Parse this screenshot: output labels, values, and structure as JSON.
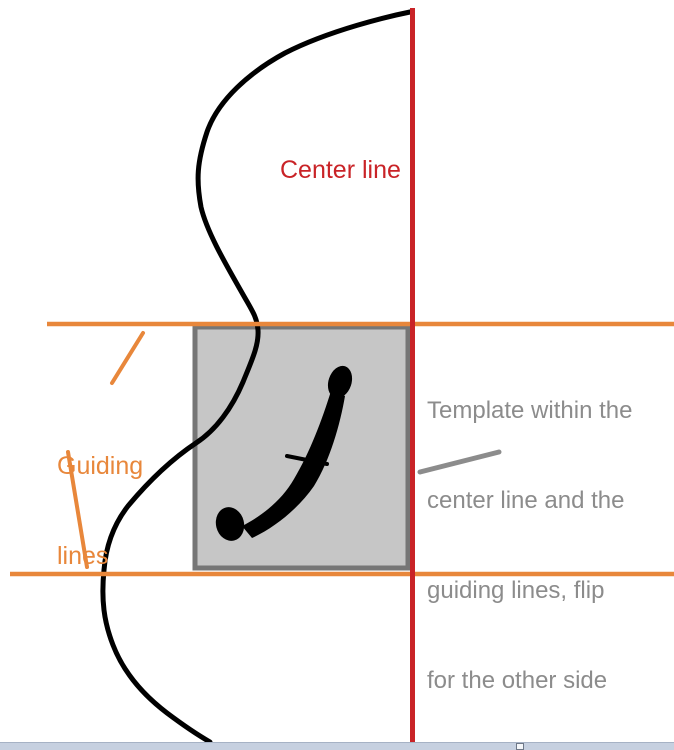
{
  "drawing": {
    "labels": {
      "center_line": "Center line",
      "guiding_lines": [
        "Guiding",
        "lines"
      ],
      "template_note": [
        "Template within the",
        "center line and the",
        "guiding lines, flip",
        "for the other side"
      ]
    },
    "colors": {
      "center_line_red": "#c92327",
      "guiding_line_orange": "#e8873b",
      "note_gray": "#8c8c8c",
      "outline_black": "#000000",
      "template_fill": "#c6c6c6",
      "template_border": "#767676",
      "scrollbar_track": "#c6d0e0"
    },
    "shapes": {
      "outline": "half-violin-body-outline",
      "template": "f-hole-template-square",
      "f_hole": "f-hole-cutout"
    }
  }
}
